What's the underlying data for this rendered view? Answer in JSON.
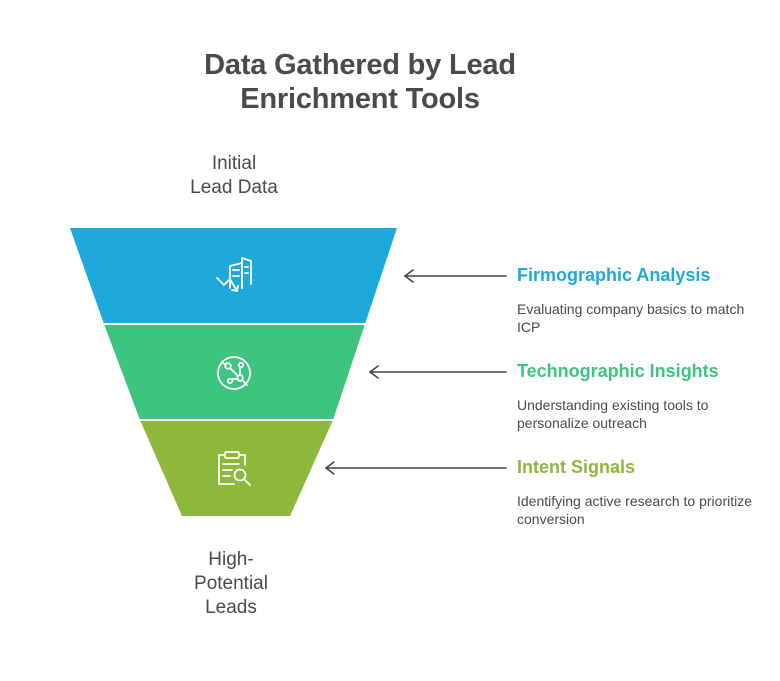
{
  "title": {
    "line1": "Data Gathered by Lead",
    "line2": "Enrichment Tools"
  },
  "top_label": {
    "line1": "Initial",
    "line2": "Lead Data"
  },
  "bottom_label": {
    "line1": "High-",
    "line2": "Potential",
    "line3": "Leads"
  },
  "stages": [
    {
      "title": "Firmographic Analysis",
      "description": "Evaluating company basics to match ICP",
      "color": "#1fa9db",
      "icon": "company-chart-icon"
    },
    {
      "title": "Technographic Insights",
      "description": "Understanding existing tools to personalize outreach",
      "color": "#3dc47e",
      "icon": "network-nodes-icon"
    },
    {
      "title": "Intent Signals",
      "description": "Identifying active research to prioritize conversion",
      "color": "#8db83b",
      "icon": "clipboard-search-icon"
    }
  ]
}
